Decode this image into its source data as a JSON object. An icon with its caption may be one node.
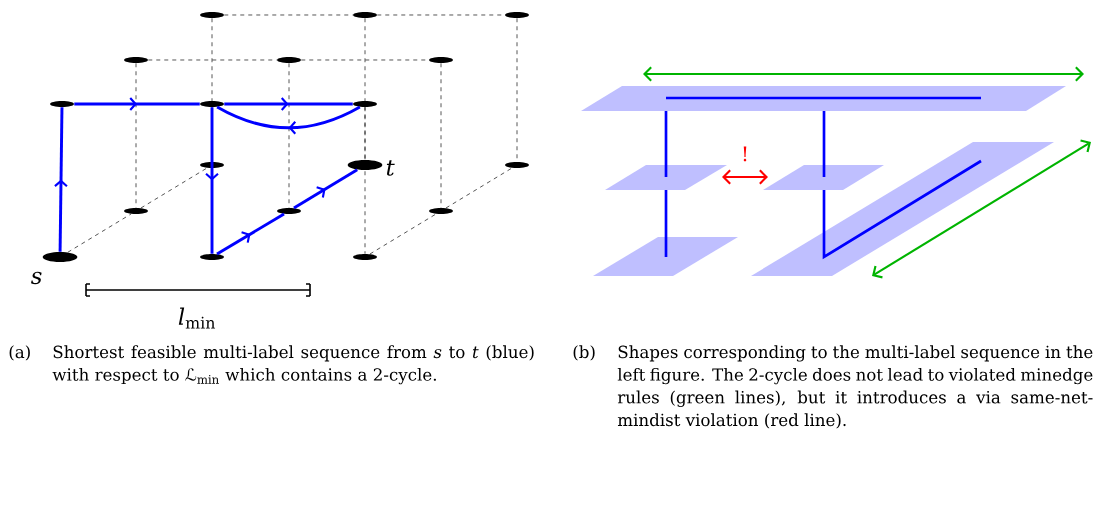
{
  "diagram": {
    "nodes": [
      {
        "text": [],
        "shape": "ellipse"
      },
      {
        "text": [],
        "shape": "ellipse"
      },
      {
        "text": [],
        "shape": "ellipse"
      },
      {
        "text": [],
        "shape": "ellipse"
      },
      {
        "text": [],
        "shape": "ellipse"
      },
      {
        "text": [],
        "shape": "ellipse"
      },
      {
        "text": [],
        "shape": "ellipse"
      },
      {
        "text": [],
        "shape": "ellipse"
      },
      {
        "text": [],
        "shape": "ellipse"
      },
      {
        "text": [],
        "shape": "ellipse"
      },
      {
        "text": [],
        "shape": "ellipse",
        "beside": [
          "t"
        ]
      },
      {
        "text": [],
        "shape": "ellipse"
      },
      {
        "text": [],
        "shape": "ellipse"
      },
      {
        "text": [],
        "shape": "ellipse"
      },
      {
        "text": [],
        "shape": "ellipse"
      },
      {
        "text": [],
        "shape": "ellipse",
        "beside": [
          "s"
        ]
      },
      {
        "text": [],
        "shape": "ellipse"
      },
      {
        "text": [],
        "shape": "ellipse"
      }
    ],
    "edges": [
      {
        "from": 0,
        "to": 1,
        "arrow": "none",
        "style": "dashed"
      },
      {
        "from": 1,
        "to": 2,
        "arrow": "none",
        "style": "dashed"
      },
      {
        "from": 3,
        "to": 4,
        "arrow": "none",
        "style": "dashed"
      },
      {
        "from": 4,
        "to": 5,
        "arrow": "none",
        "style": "dashed"
      },
      {
        "from": 0,
        "to": 9,
        "arrow": "none",
        "style": "dashed"
      },
      {
        "from": 1,
        "to": 10,
        "arrow": "none",
        "style": "dashed"
      },
      {
        "from": 2,
        "to": 11,
        "arrow": "none",
        "style": "dashed"
      },
      {
        "from": 3,
        "to": 12,
        "arrow": "none",
        "style": "dashed"
      },
      {
        "from": 4,
        "to": 13,
        "arrow": "none",
        "style": "dashed"
      },
      {
        "from": 5,
        "to": 14,
        "arrow": "none",
        "style": "dashed"
      },
      {
        "from": 8,
        "to": 17,
        "arrow": "none",
        "style": "dashed"
      },
      {
        "from": 15,
        "to": 12,
        "arrow": "none",
        "style": "dashed"
      },
      {
        "from": 12,
        "to": 9,
        "arrow": "none",
        "style": "dashed"
      },
      {
        "from": 17,
        "to": 14,
        "arrow": "none",
        "style": "dashed"
      },
      {
        "from": 14,
        "to": 11,
        "arrow": "none",
        "style": "dashed"
      },
      {
        "from": 15,
        "to": 6,
        "arrow": "to",
        "style": "thick",
        "color": "#0000ff"
      },
      {
        "from": 6,
        "to": 7,
        "arrow": "to",
        "style": "thick",
        "color": "#0000ff"
      },
      {
        "from": 7,
        "to": 8,
        "arrow": "to",
        "style": "thick",
        "color": "#0000ff"
      },
      {
        "from": 8,
        "to": 7,
        "arrow": "to",
        "style": "thick",
        "color": "#0000ff"
      },
      {
        "from": 7,
        "to": 16,
        "arrow": "to",
        "style": "thick",
        "color": "#0000ff"
      },
      {
        "from": 16,
        "to": 13,
        "arrow": "to",
        "style": "thick",
        "color": "#0000ff"
      },
      {
        "from": 13,
        "to": 10,
        "arrow": "to",
        "style": "thick",
        "color": "#0000ff"
      }
    ],
    "labels": [
      "*l*$_{min}$",
      "!",
      "(a)",
      "Shortest feasible multi-label sequence from *s* to *t* (blue) with respect to ℒ$_{min}$ which contains a 2-cycle.",
      "(b)",
      "Shapes corresponding to the multi-label sequence in the left figure. The 2-cycle does not lead to violated minedge rules (green lines), but it introduces a via same-net-mindist violation (red line)."
    ]
  }
}
